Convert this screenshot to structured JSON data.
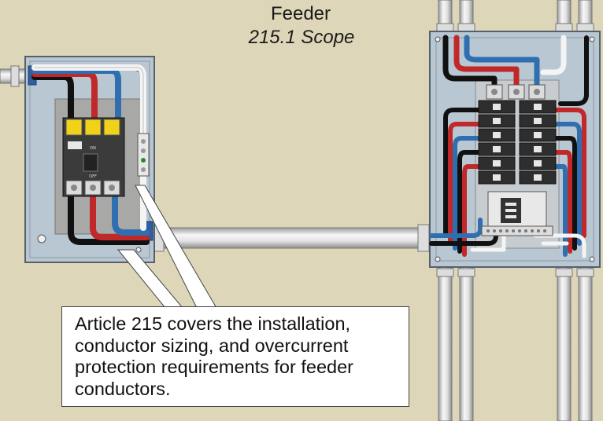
{
  "title": {
    "heading": "Feeder",
    "section": "215.1 Scope"
  },
  "callout": {
    "text": "Article 215 covers the installation, conductor sizing, and overcurrent protection requirements for feeder conductors."
  },
  "breaker_labels": {
    "on": "ON",
    "off": "OFF"
  },
  "colors": {
    "background": "#ddd6b8",
    "enclosure": "#b9c7d3",
    "conduit": "#e6e6e6",
    "wire_black": "#111111",
    "wire_red": "#c0282a",
    "wire_blue": "#2f6fb0",
    "wire_white": "#f4f4f4",
    "breaker_yellow": "#f0d21a"
  }
}
